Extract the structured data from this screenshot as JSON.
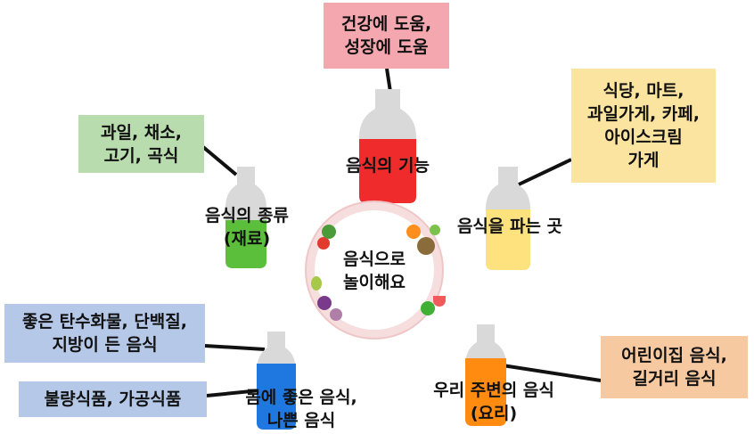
{
  "center": {
    "line1": "음식으로",
    "line2": "놀이해요"
  },
  "function": {
    "bottle_label": "음식의 기능",
    "box": {
      "line1": "건강에 도움,",
      "line2": "성장에 도움",
      "color": "#f4a7ae"
    },
    "liquid_color": "#ef2b2b"
  },
  "type": {
    "bottle_label_1": "음식의 종류",
    "bottle_label_2": "(재료)",
    "box": {
      "line1": "과일, 채소,",
      "line2": "고기, 곡식",
      "color": "#b9dcae"
    },
    "liquid_color": "#5cbf3c"
  },
  "sellers": {
    "bottle_label": "음식을 파는 곳",
    "box": {
      "line1": "식당, 마트,",
      "line2": "과일가게, 카페,",
      "line3": "아이스크림",
      "line4": "가게",
      "color": "#fbe3a0"
    },
    "liquid_color": "#fde27e"
  },
  "health": {
    "bottle_label_1": "몸에 좋은 음식,",
    "bottle_label_2": "나쁜 음식",
    "box_good": {
      "line1": "좋은 탄수화물, 단백질,",
      "line2": "지방이 든 음식",
      "color": "#b5c8e8"
    },
    "box_bad": {
      "line1": "불량식품, 가공식품",
      "color": "#b5c8e8"
    },
    "liquid_color": "#1f78e0"
  },
  "around": {
    "bottle_label_1": "우리 주변의 음식",
    "bottle_label_2": "(요리)",
    "box": {
      "line1": "어린이집 음식,",
      "line2": "길거리 음식",
      "color": "#f7c9a0"
    },
    "liquid_color": "#ff8c10"
  }
}
